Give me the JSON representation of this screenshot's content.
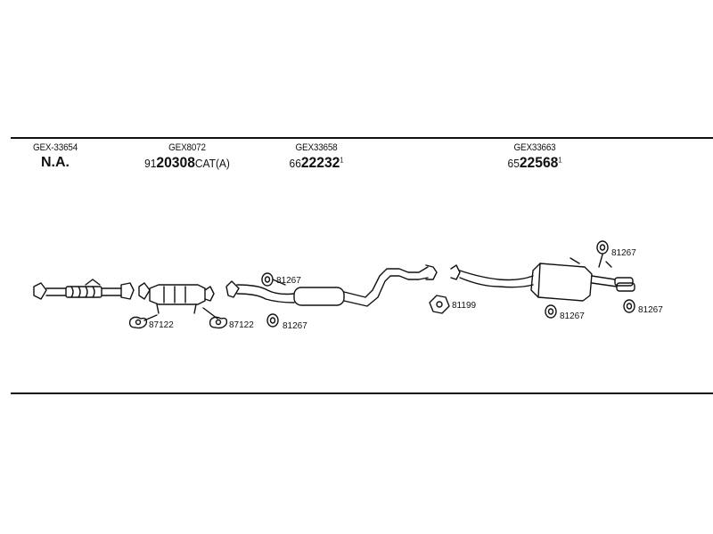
{
  "sections": [
    {
      "code": "GEX-33654",
      "status": "N.A."
    },
    {
      "code": "GEX8072",
      "part_prefix": "91",
      "part_main": "20308",
      "part_suffix": "CAT(A)"
    },
    {
      "code": "GEX33658",
      "part_prefix": "66",
      "part_main": "22232",
      "part_sup": "1"
    },
    {
      "code": "GEX33663",
      "part_prefix": "65",
      "part_main": "22568",
      "part_sup": "1"
    }
  ],
  "callouts": {
    "c1": "87122",
    "c2": "87122",
    "c3": "81267",
    "c4": "81267",
    "c5": "81199",
    "c6": "81267",
    "c7": "81267",
    "c8": "81267"
  }
}
